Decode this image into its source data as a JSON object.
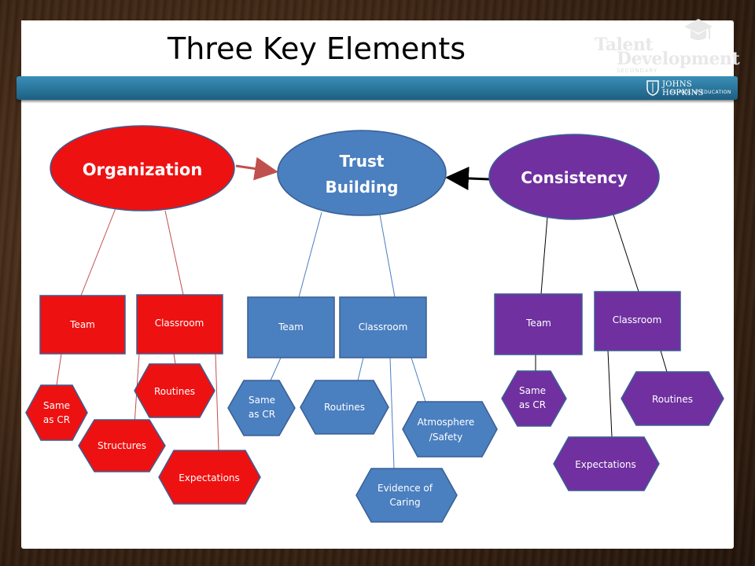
{
  "title": "Three Key Elements",
  "logo": {
    "line1": "Talent",
    "line2": "Development",
    "line3": "SECONDARY",
    "partner_name": "JOHNS HOPKINS",
    "partner_sub": "SCHOOL of EDUCATION"
  },
  "colors": {
    "organization": "#ee1111",
    "trust": "#4a7fc0",
    "consistency": "#7030a0"
  },
  "nodes": {
    "organization": "Organization",
    "trust_line1": "Trust",
    "trust_line2": "Building",
    "consistency": "Consistency"
  },
  "organization_children": {
    "team": "Team",
    "classroom": "Classroom",
    "same_line1": "Same",
    "same_line2": "as CR",
    "routines": "Routines",
    "structures": "Structures",
    "expectations": "Expectations"
  },
  "trust_children": {
    "team": "Team",
    "classroom": "Classroom",
    "same_line1": "Same",
    "same_line2": "as CR",
    "routines": "Routines",
    "atmosphere_line1": "Atmosphere",
    "atmosphere_line2": "/Safety",
    "evidence_line1": "Evidence of",
    "evidence_line2": "Caring"
  },
  "consistency_children": {
    "team": "Team",
    "classroom": "Classroom",
    "same_line1": "Same",
    "same_line2": "as CR",
    "routines": "Routines",
    "expectations": "Expectations"
  }
}
